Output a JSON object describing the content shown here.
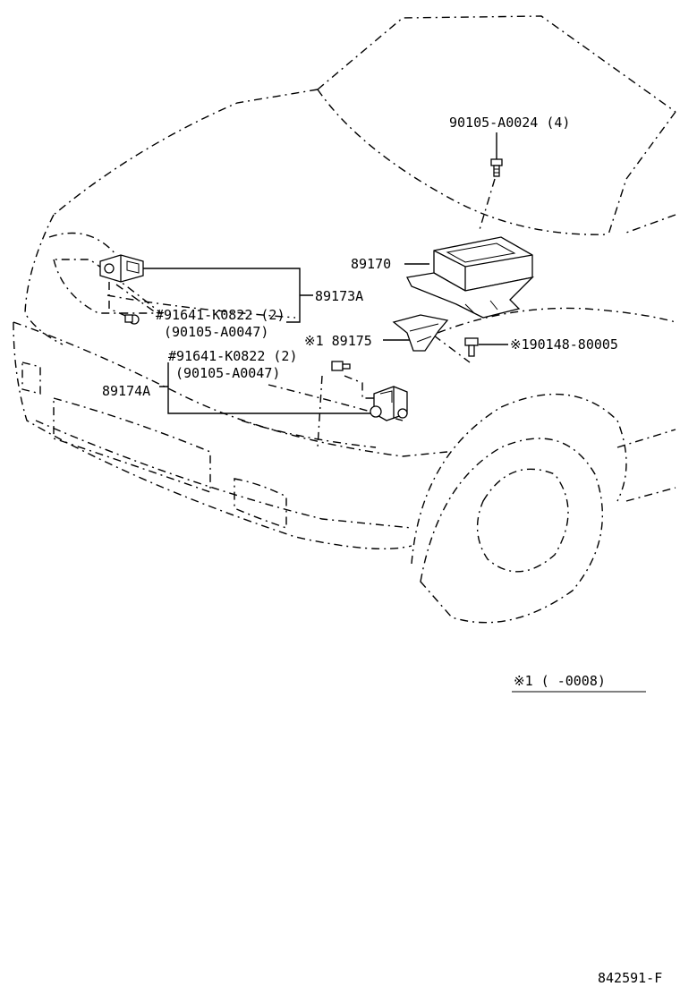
{
  "labels": {
    "bolt_top": "90105-A0024 (4)",
    "ecu": "89170",
    "sensor_left": "89173A",
    "clip_a1": "#91641-K0822 (2)",
    "clip_a2": "(90105-A0047)",
    "bracket": "※1 89175",
    "screw": "※190148-80005",
    "clip_b1": "#91641-K0822 (2)",
    "clip_b2": "(90105-A0047)",
    "sensor_right": "89174A",
    "note": "※1 (      -0008)",
    "code": "842591-F"
  }
}
